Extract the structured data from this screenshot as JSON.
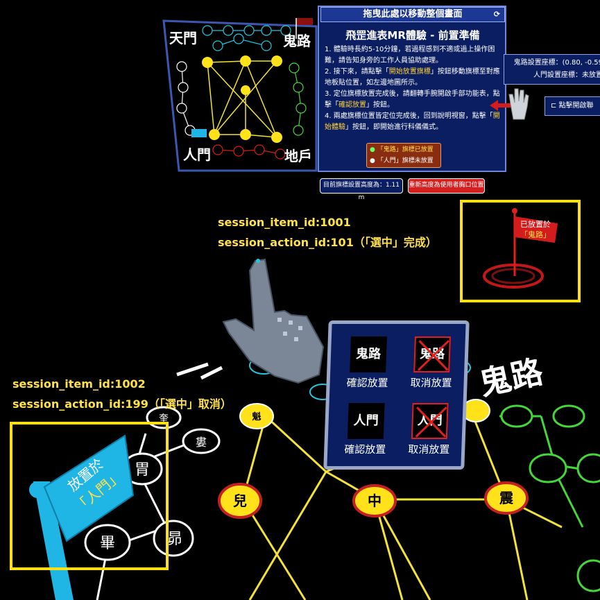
{
  "instruction_panel": {
    "header": "拖曳此處以移動整個畫面",
    "header_icon": "reset-view-icon",
    "title": "飛罡進表MR體驗 - 前置準備",
    "step1": "1. 體驗時長約5-10分鐘，若過程感到不適或過上操作困難，請告知身旁的工作人員協助處理。",
    "step2a": "2. 接下來，請點擊「",
    "step2_hl": "開始放置旗標",
    "step2b": "」按鈕移動旗標至對應地板貼位置，如左邊地圖所示。",
    "step3a": "3. 定位旗標放置完成後，請翻轉手腕開啟手部功能表，點擊「",
    "step3_hl": "確認放置",
    "step3b": "」按鈕。",
    "step4a": "4. 兩處旗標位置皆定位完成後，回到說明視窗，點擊「",
    "step4_hl": "開始體驗",
    "step4b": "」按鈕，即開始進行科儀儀式。",
    "status_line1": "「鬼路」旗標已放置",
    "status_line2": "「人門」旗標未放置",
    "height_label": "目前旗標設置高度為：1.11 m",
    "reset_height_button": "重新高度為使用者胸口位置"
  },
  "coordinates_panel": {
    "line1": "鬼路設置座標：(0.80, -0.59",
    "line2": "人門設置座標：未放置"
  },
  "open_menu_button": "點擊開啟聯",
  "annotations": {
    "ann1_item": "session_item_id:1001",
    "ann1_action": "session_action_id:101（「選中」完成）",
    "ann2_item": "session_item_id:1002",
    "ann2_action": "session_action_id:199（「選中」取消）"
  },
  "placed_flag": {
    "line1": "已放置於",
    "line2": "「鬼路」"
  },
  "unplaced_flag": {
    "line1": "放置於",
    "line2": "「人門」"
  },
  "hand_menu": {
    "confirm_ghost": "確認放置",
    "cancel_ghost": "取消放置",
    "confirm_human": "確認放置",
    "cancel_human": "取消放置",
    "ghost_icon": "鬼路",
    "human_icon": "人門"
  },
  "map_labels": {
    "top_left": "天門",
    "top_right": "鬼路",
    "bottom_left": "人門",
    "bottom_right": "地戶"
  },
  "floor_nodes": [
    "魁",
    "兒",
    "中",
    "震",
    "畢",
    "昴",
    "婁",
    "胃",
    "奎"
  ],
  "colors": {
    "panel_bg": "#0c1e62",
    "annotation": "#ffe14a",
    "flag_red": "#d41c1c",
    "flag_blue": "#1fb6e6"
  }
}
